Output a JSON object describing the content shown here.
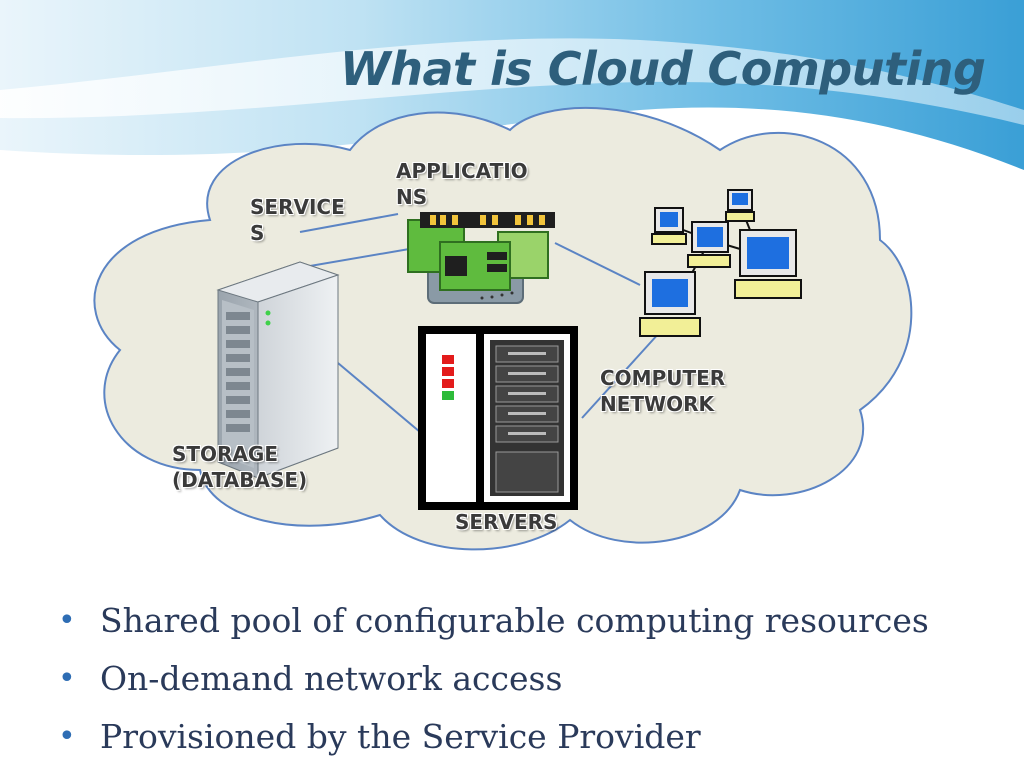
{
  "slide": {
    "title": "What is Cloud Computing",
    "colors": {
      "title": "#2e5f7c",
      "header_wave": "#4aa8d8",
      "cloud_fill": "#ecebdf",
      "cloud_outline": "#5b84c4",
      "connector": "#5b84c4",
      "bullet_text": "#2a3a5a",
      "bullet_marker": "#2e6db4"
    }
  },
  "diagram": {
    "labels": {
      "services": [
        "SERVICE",
        "S"
      ],
      "applications": [
        "APPLICATIO",
        "NS"
      ],
      "computer_network": [
        "COMPUTER",
        "NETWORK"
      ],
      "storage": [
        "STORAGE",
        "(DATABASE)"
      ],
      "servers": [
        "SERVERS"
      ]
    },
    "icons": {
      "applications": "applications-screens-icon",
      "network": "computer-network-icon",
      "storage": "storage-tower-icon",
      "servers": "server-rack-icon"
    }
  },
  "bullets": [
    "Shared pool of configurable computing resources",
    "On-demand network access",
    "Provisioned by the Service Provider"
  ]
}
